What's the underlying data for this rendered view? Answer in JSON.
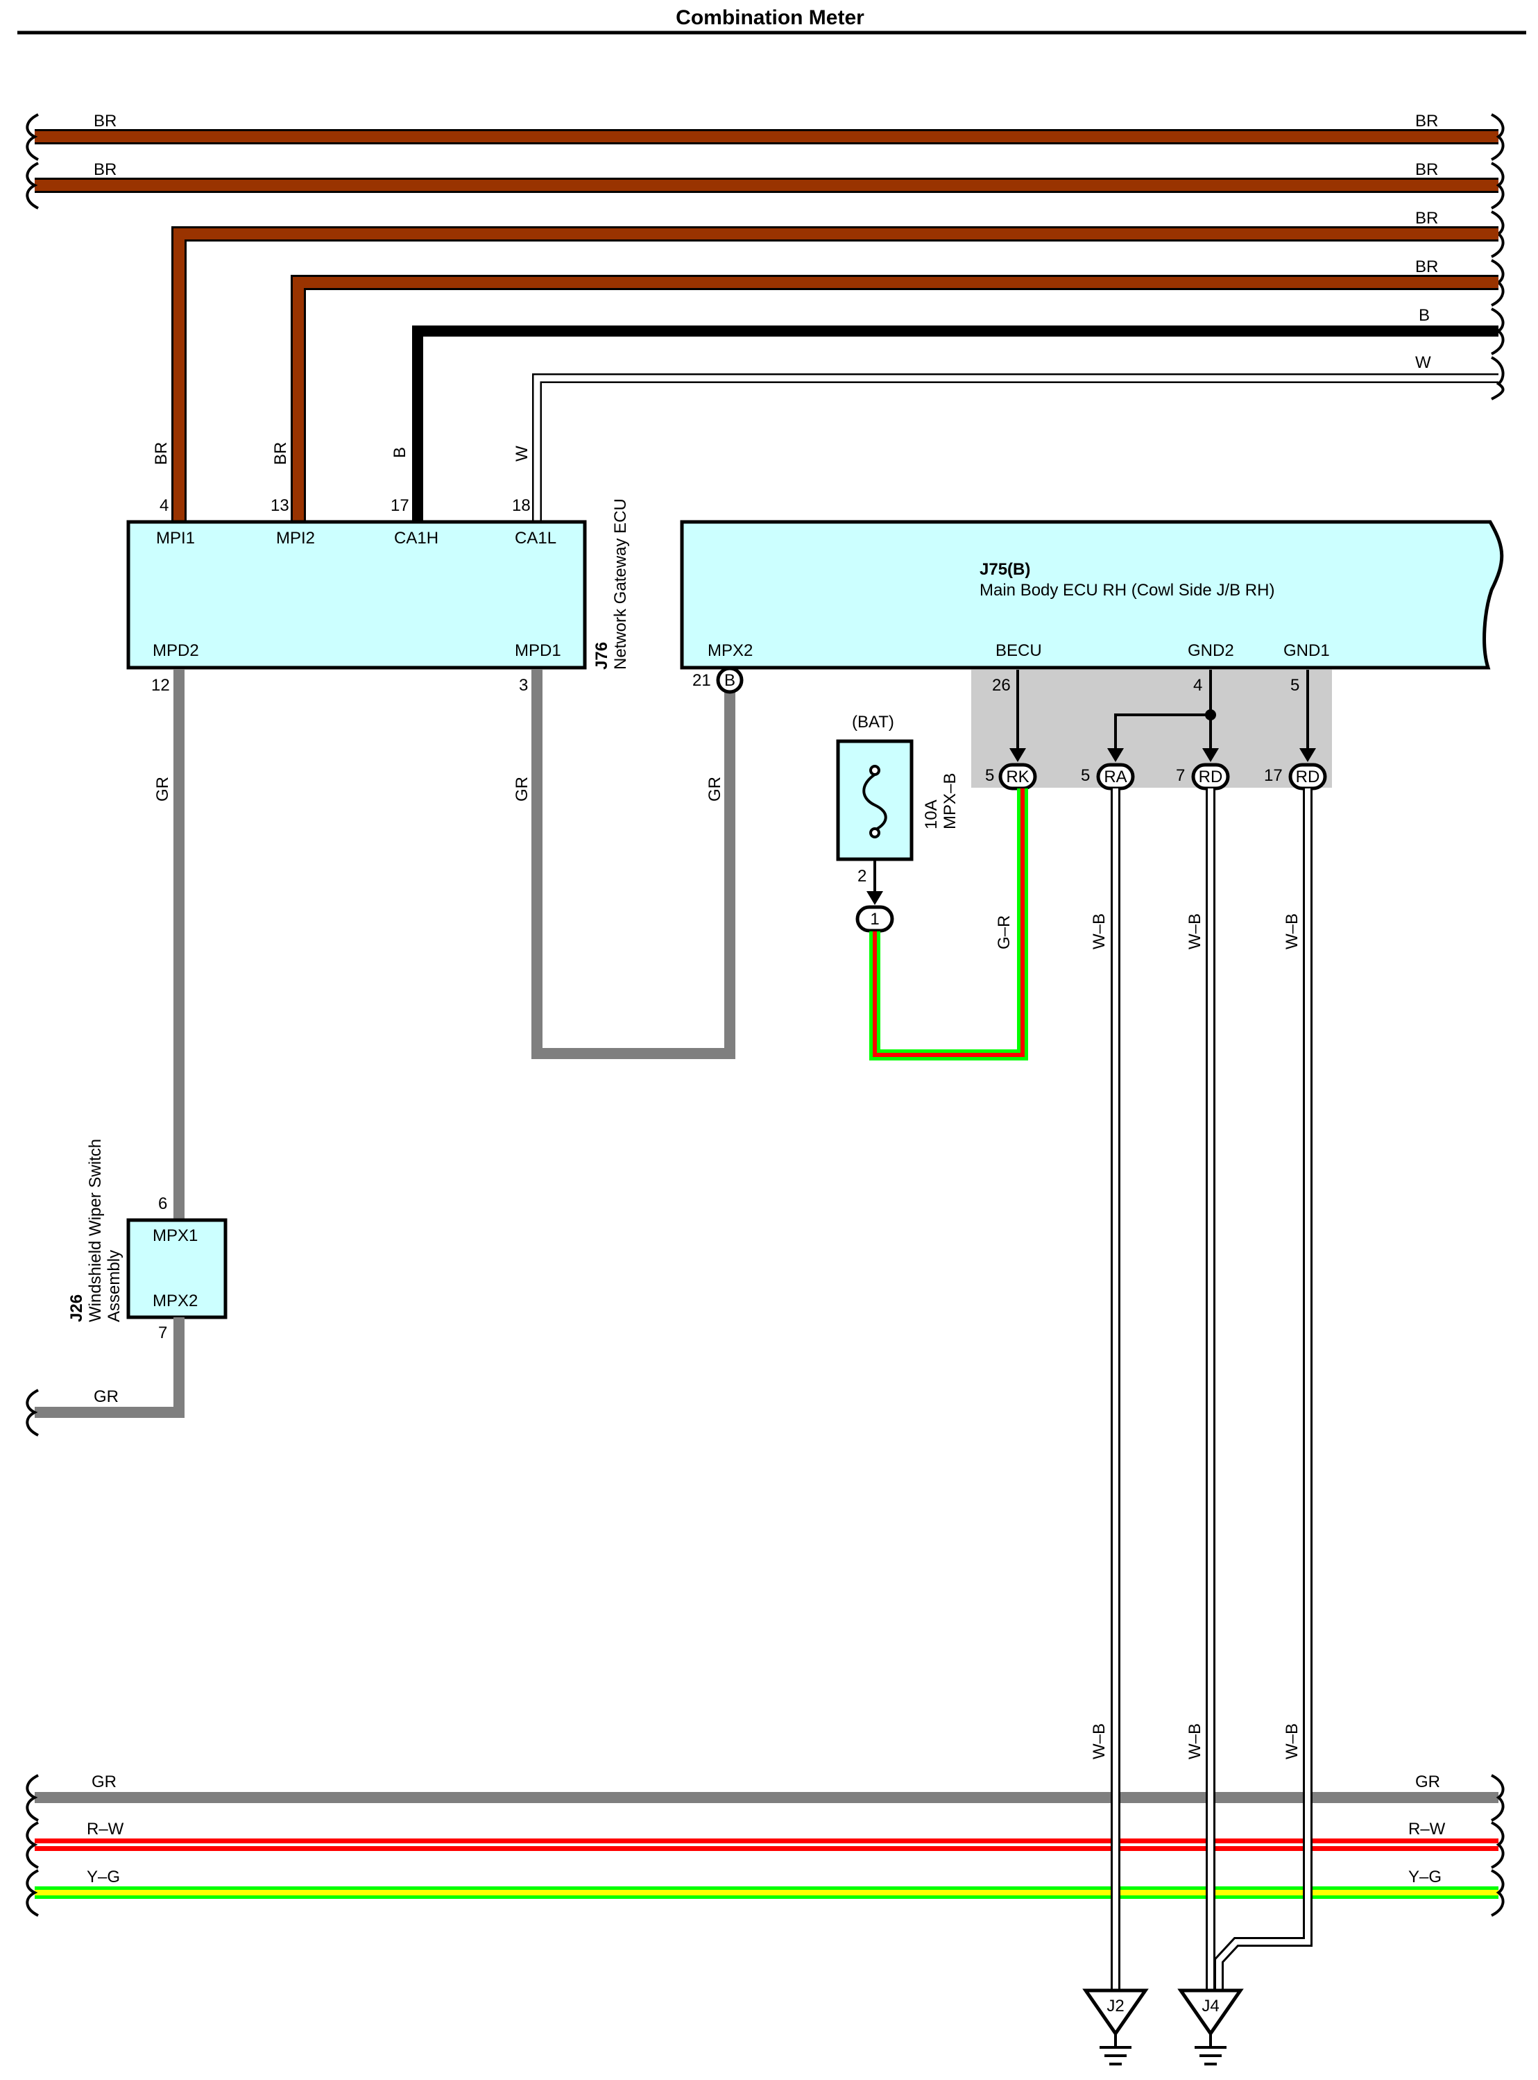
{
  "title": "Combination Meter",
  "colors": {
    "BR": "#993300",
    "B": "#000000",
    "W": "#ffffff",
    "GR": "#7f7f7f",
    "red": "#ff0000",
    "green": "#00ff00",
    "yellow": "#ffff00",
    "box_fill": "#ccffff",
    "shade": "#cccccc"
  },
  "wires": {
    "top_br1": "BR",
    "top_br2": "BR",
    "br3": "BR",
    "br4": "BR",
    "b": "B",
    "w": "W",
    "gr_left": "GR",
    "gr_mid": "GR",
    "gr_mpx2": "GR",
    "gr_bottom_left": "GR",
    "g_r": "G–R",
    "wb": "W–B",
    "bottom_gr": "GR",
    "bottom_rw": "R–W",
    "bottom_yg": "Y–G"
  },
  "gateway": {
    "code": "J76",
    "name": "Network Gateway ECU",
    "pins_top": [
      {
        "num": "4",
        "label": "MPI1",
        "wire": "BR"
      },
      {
        "num": "13",
        "label": "MPI2",
        "wire": "BR"
      },
      {
        "num": "17",
        "label": "CA1H",
        "wire": "B"
      },
      {
        "num": "18",
        "label": "CA1L",
        "wire": "W"
      }
    ],
    "pins_bottom": [
      {
        "num": "12",
        "label": "MPD2"
      },
      {
        "num": "3",
        "label": "MPD1"
      }
    ]
  },
  "body_ecu": {
    "code": "J75(B)",
    "name": "Main Body ECU RH (Cowl Side J/B RH)",
    "mpx2": {
      "label": "MPX2",
      "num": "21",
      "connector": "B"
    },
    "pins": [
      {
        "label": "BECU",
        "num": "26"
      },
      {
        "label": "GND2",
        "num": "4"
      },
      {
        "label": "GND1",
        "num": "5"
      }
    ],
    "junctions": [
      {
        "num": "5",
        "code": "RK"
      },
      {
        "num": "5",
        "code": "RA"
      },
      {
        "num": "7",
        "code": "RD"
      },
      {
        "num": "17",
        "code": "RD"
      }
    ]
  },
  "fuse": {
    "source": "(BAT)",
    "rating": "10A",
    "name": "MPX–B",
    "pin": "2",
    "connector": "1"
  },
  "wiper": {
    "code": "J26",
    "name1": "Windshield Wiper Switch",
    "name2": "Assembly",
    "pin_top": "6",
    "pin_bottom": "7",
    "label_top": "MPX1",
    "label_bottom": "MPX2"
  },
  "grounds": [
    {
      "label": "J2"
    },
    {
      "label": "J4"
    }
  ]
}
